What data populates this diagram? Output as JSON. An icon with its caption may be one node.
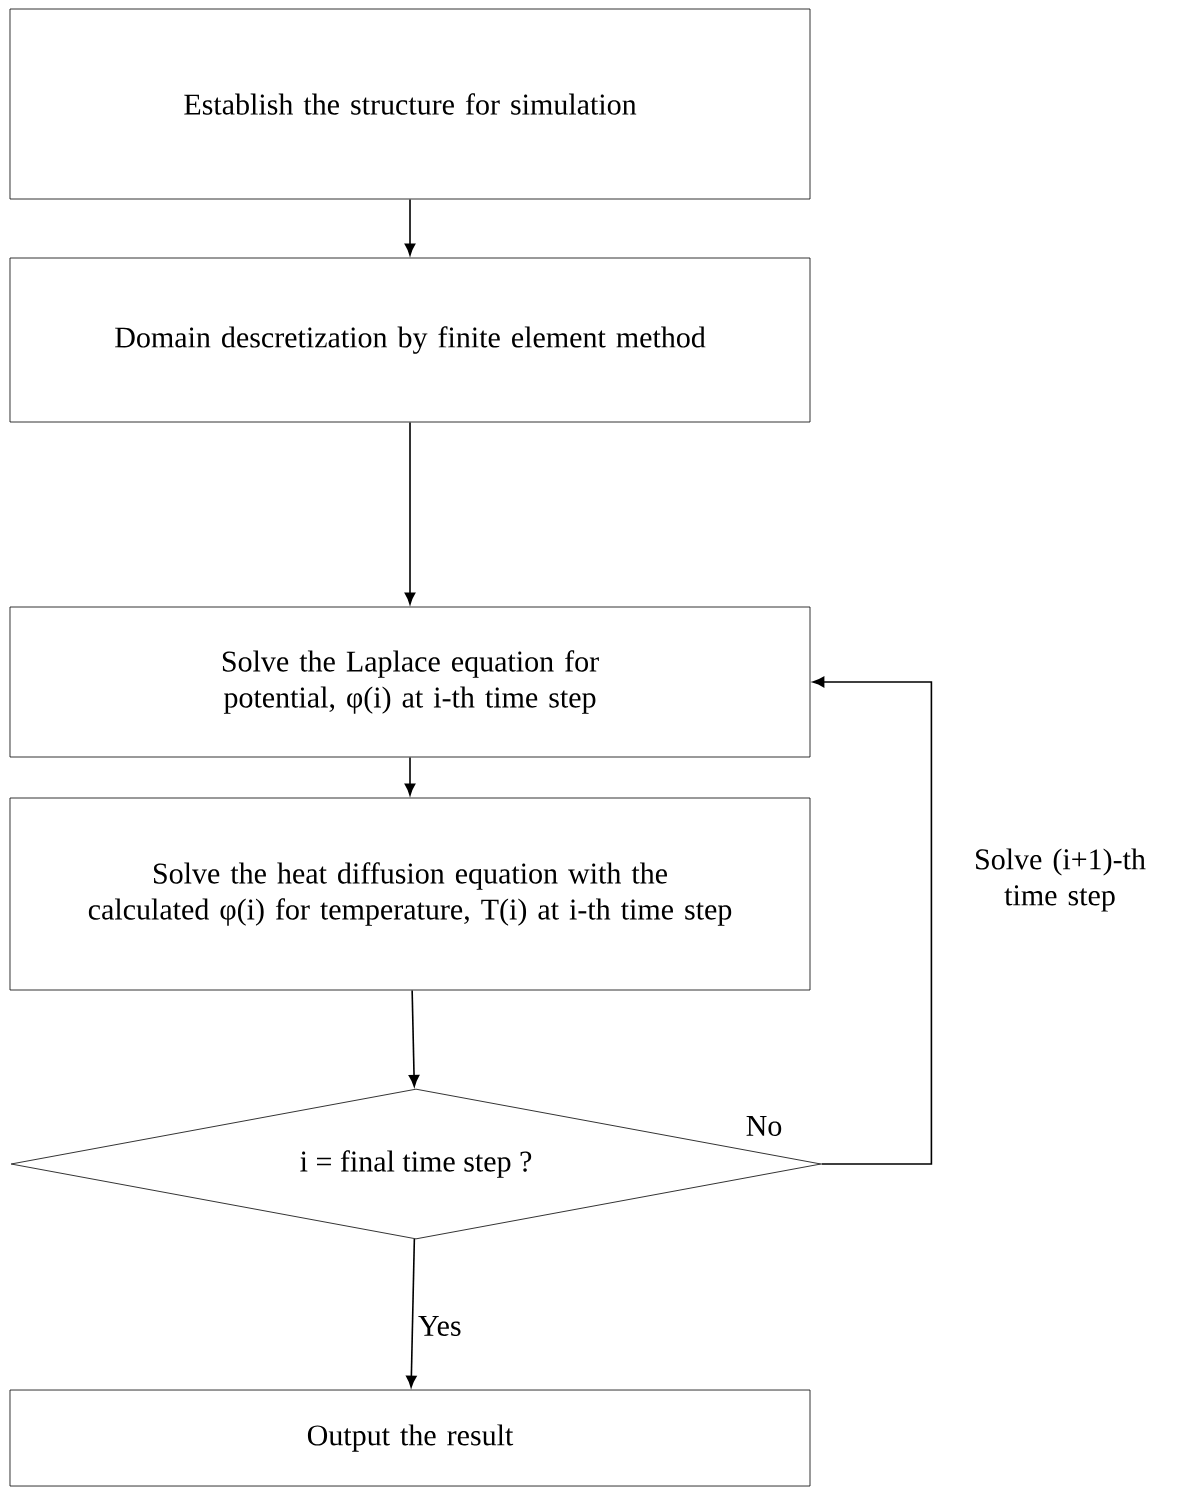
{
  "diagram": {
    "nodes": [
      {
        "text": [
          "Establish the structure for simulation"
        ]
      },
      {
        "text": [
          "Domain descretization by finite element method"
        ]
      },
      {
        "text": [
          "Solve the Laplace equation for potential, φ(i) at i-th time step"
        ]
      },
      {
        "text": [
          "Solve the heat diffusion equation with the calculated φ(i) for temperature, T(i) at i-th time step"
        ]
      },
      {
        "text": [
          "i = final time step ?"
        ]
      },
      {
        "text": [
          "Output the result"
        ]
      }
    ],
    "edges": [
      {
        "from": 0,
        "to": 1,
        "arrow": "to"
      },
      {
        "from": 1,
        "to": 2,
        "arrow": "to"
      },
      {
        "from": 2,
        "to": 3,
        "arrow": "to"
      },
      {
        "from": 3,
        "to": 4,
        "arrow": "to"
      },
      {
        "from": 4,
        "to": 5,
        "arrow": "to",
        "label": "Yes"
      },
      {
        "from": 4,
        "to": 2,
        "arrow": "to",
        "label": "No"
      }
    ],
    "labels": [
      "Solve (i+1)-th time step"
    ]
  }
}
